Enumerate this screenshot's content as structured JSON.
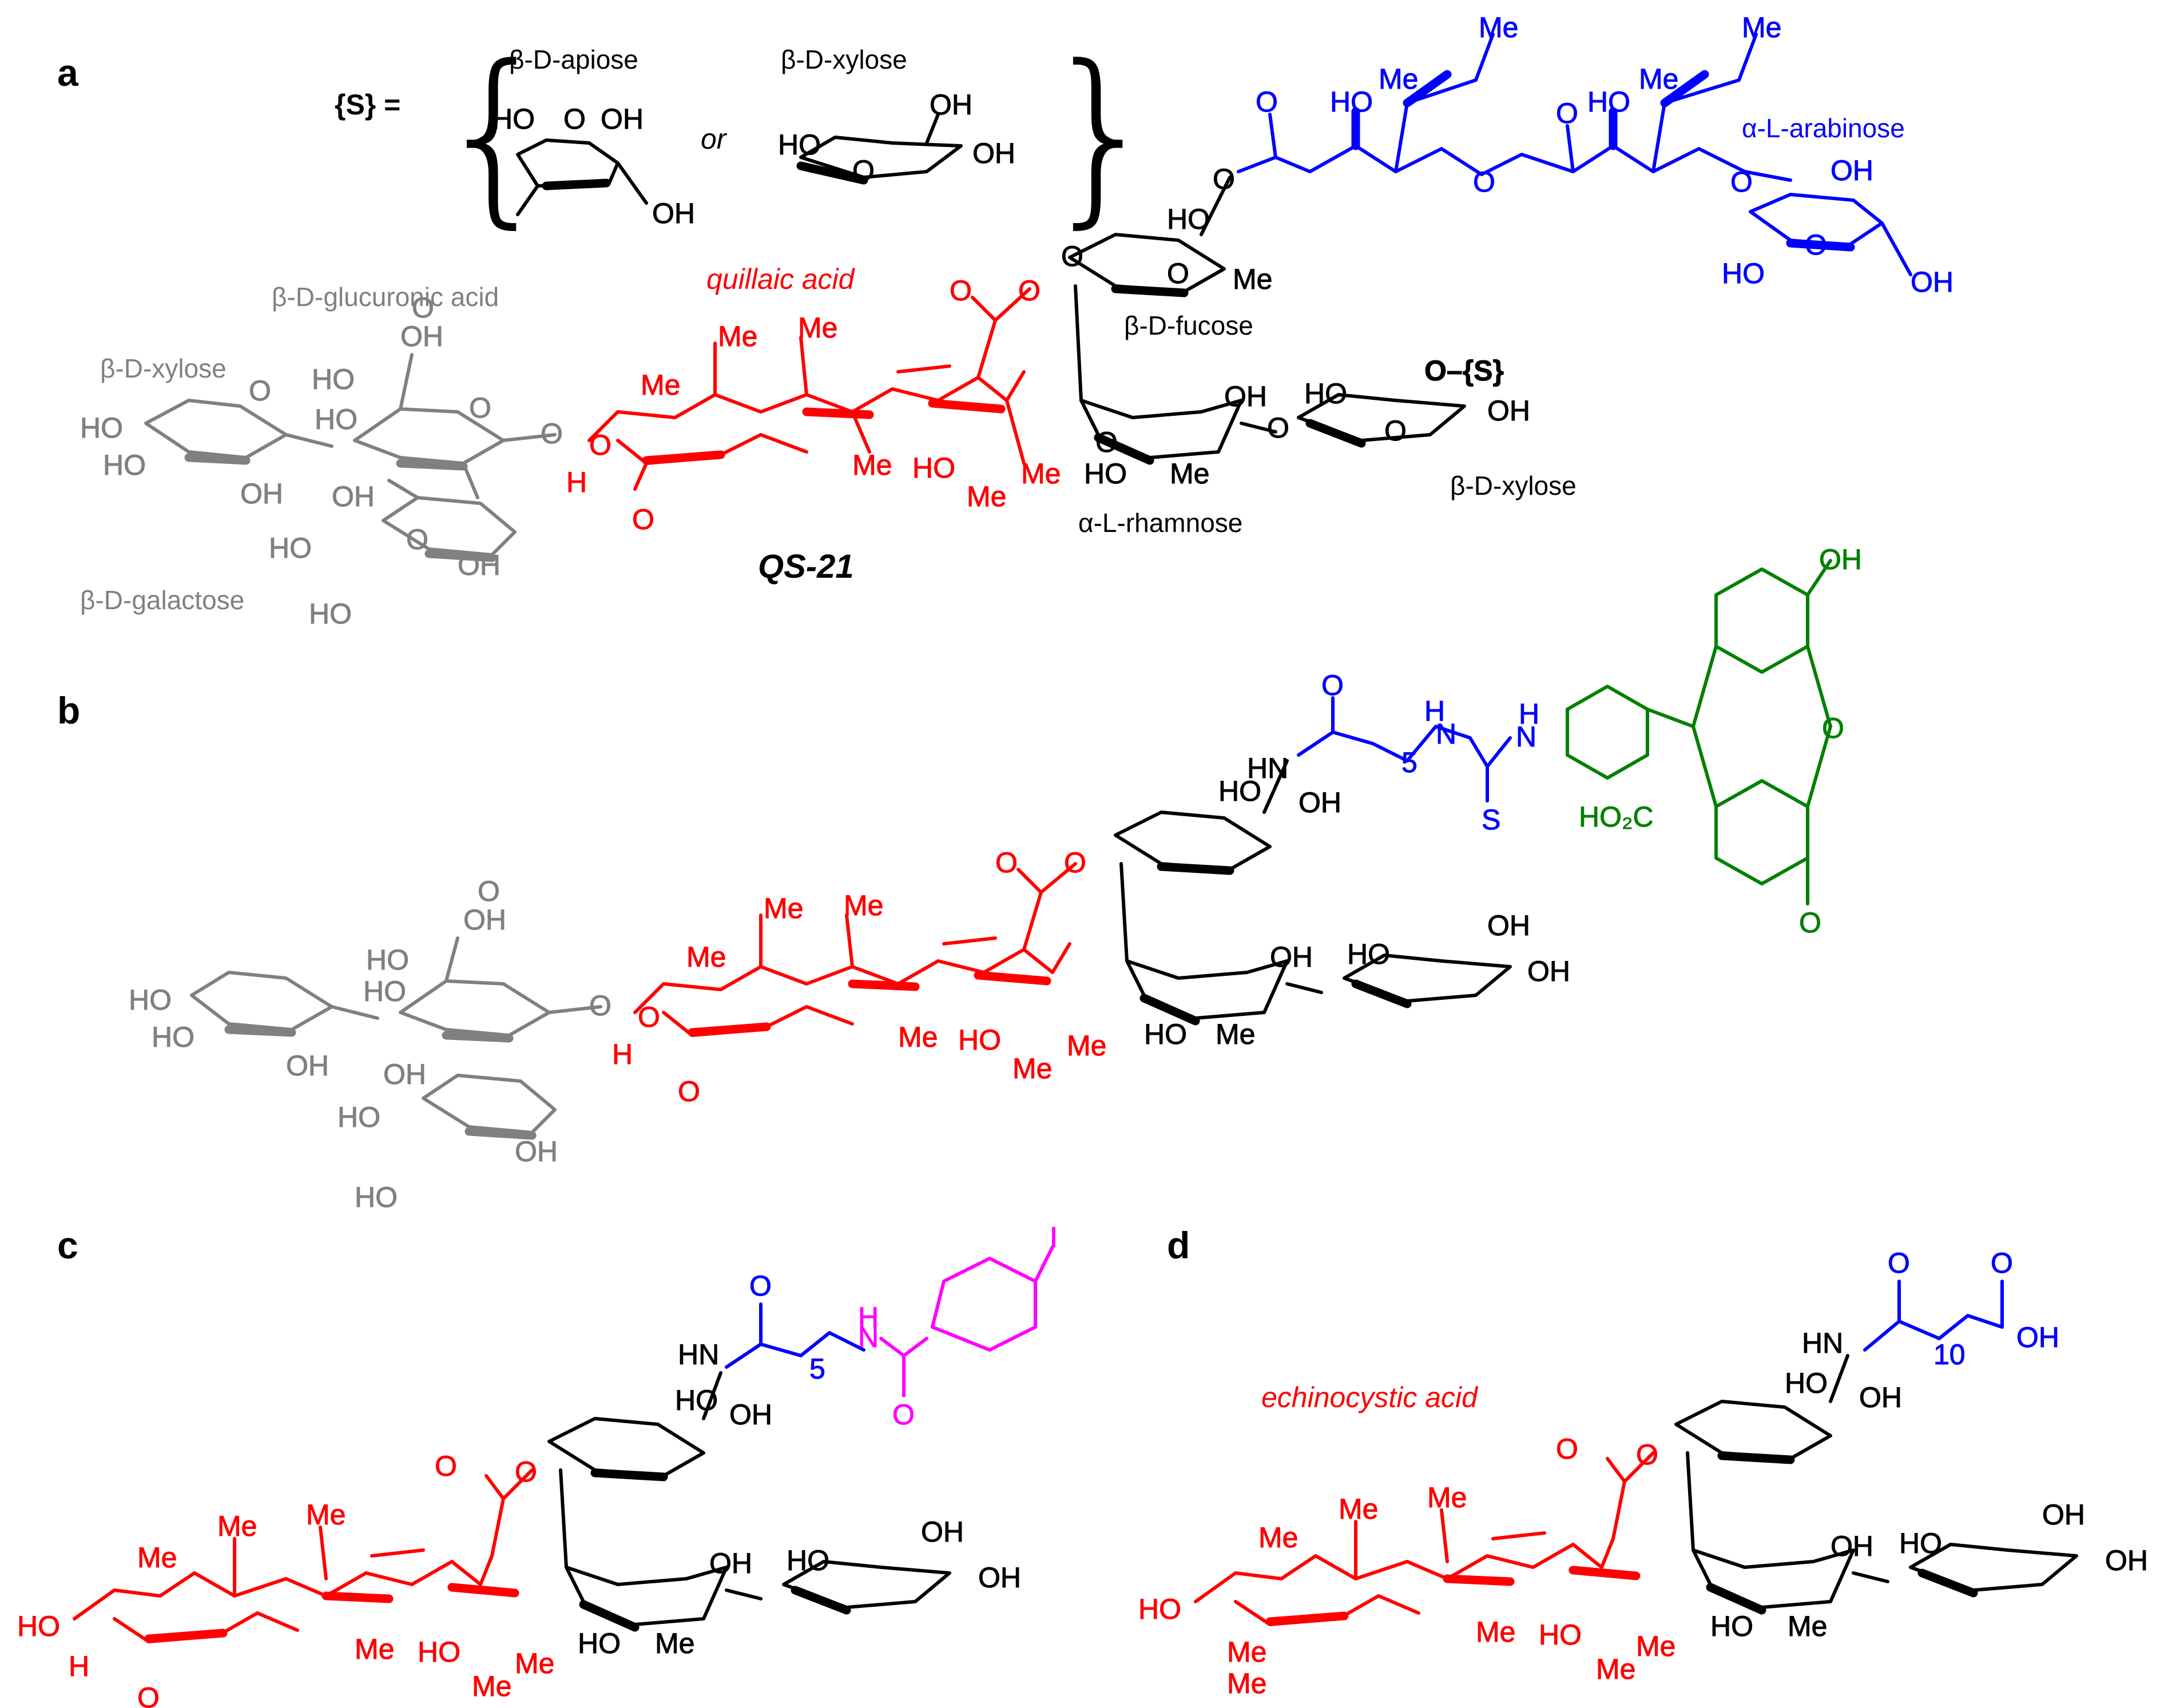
{
  "colors": {
    "black": "#000000",
    "aglycone": "#ff0000",
    "branched_trisaccharide": "#808080",
    "acyl_chain": "#0000ff",
    "fluorescein": "#008000",
    "iodobenzamide": "#ff00ff"
  },
  "panels": {
    "a": {
      "label": "a",
      "title": "QS-21",
      "s_definition": {
        "label": "{S} =",
        "or": "or"
      },
      "sugar_names": {
        "apiose": "β-D-apiose",
        "xylose_top": "β-D-xylose",
        "glucuronic": "β-D-glucuronic acid",
        "xylose_left": "β-D-xylose",
        "galactose": "β-D-galactose",
        "fucose": "β-D-fucose",
        "rhamnose": "α-L-rhamnose",
        "xylose_right": "β-D-xylose",
        "arabinose": "α-L-arabinose"
      },
      "aglycone_name": "quillaic acid",
      "atom_labels": {
        "ho": "HO",
        "oh": "OH",
        "o": "O",
        "me": "Me",
        "h": "H",
        "s_ref": "O–{S}"
      }
    },
    "b": {
      "label": "b",
      "atom_labels": {
        "ho": "HO",
        "oh": "OH",
        "o": "O",
        "me": "Me",
        "h": "H",
        "hn": "HN",
        "nh": "H",
        "n": "N",
        "s": "S",
        "sub5": "5",
        "co2h": "HO₂C"
      }
    },
    "c": {
      "label": "c",
      "atom_labels": {
        "ho": "HO",
        "oh": "OH",
        "o": "O",
        "me": "Me",
        "h": "H",
        "hn": "HN",
        "nh": "H",
        "n": "N",
        "sub5": "5",
        "i": "I"
      }
    },
    "d": {
      "label": "d",
      "aglycone_name": "echinocystic acid",
      "atom_labels": {
        "ho": "HO",
        "oh": "OH",
        "o": "O",
        "me": "Me",
        "hn": "HN",
        "sub10": "10"
      }
    }
  }
}
